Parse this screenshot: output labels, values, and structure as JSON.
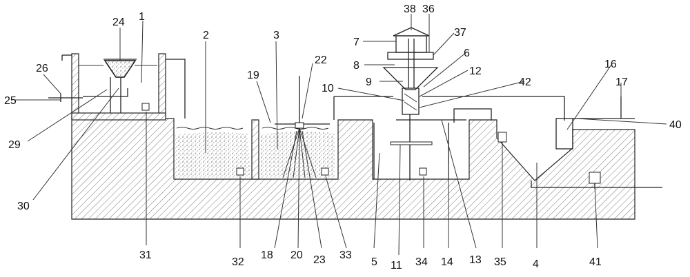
{
  "colors": {
    "ink": "#222222",
    "sediment": "#555555",
    "background": "#ffffff"
  },
  "labels": {
    "l1": "1",
    "l2": "2",
    "l3": "3",
    "l4": "4",
    "l5": "5",
    "l6": "6",
    "l7": "7",
    "l8": "8",
    "l9": "9",
    "l10": "10",
    "l11": "11",
    "l12": "12",
    "l13": "13",
    "l14": "14",
    "l16": "16",
    "l17": "17",
    "l18": "18",
    "l19": "19",
    "l20": "20",
    "l22": "22",
    "l23": "23",
    "l24": "24",
    "l25": "25",
    "l26": "26",
    "l29": "29",
    "l30": "30",
    "l31": "31",
    "l32": "32",
    "l33": "33",
    "l34": "34",
    "l35": "35",
    "l36": "36",
    "l37": "37",
    "l38": "38",
    "l40": "40",
    "l41": "41",
    "l42": "42"
  }
}
